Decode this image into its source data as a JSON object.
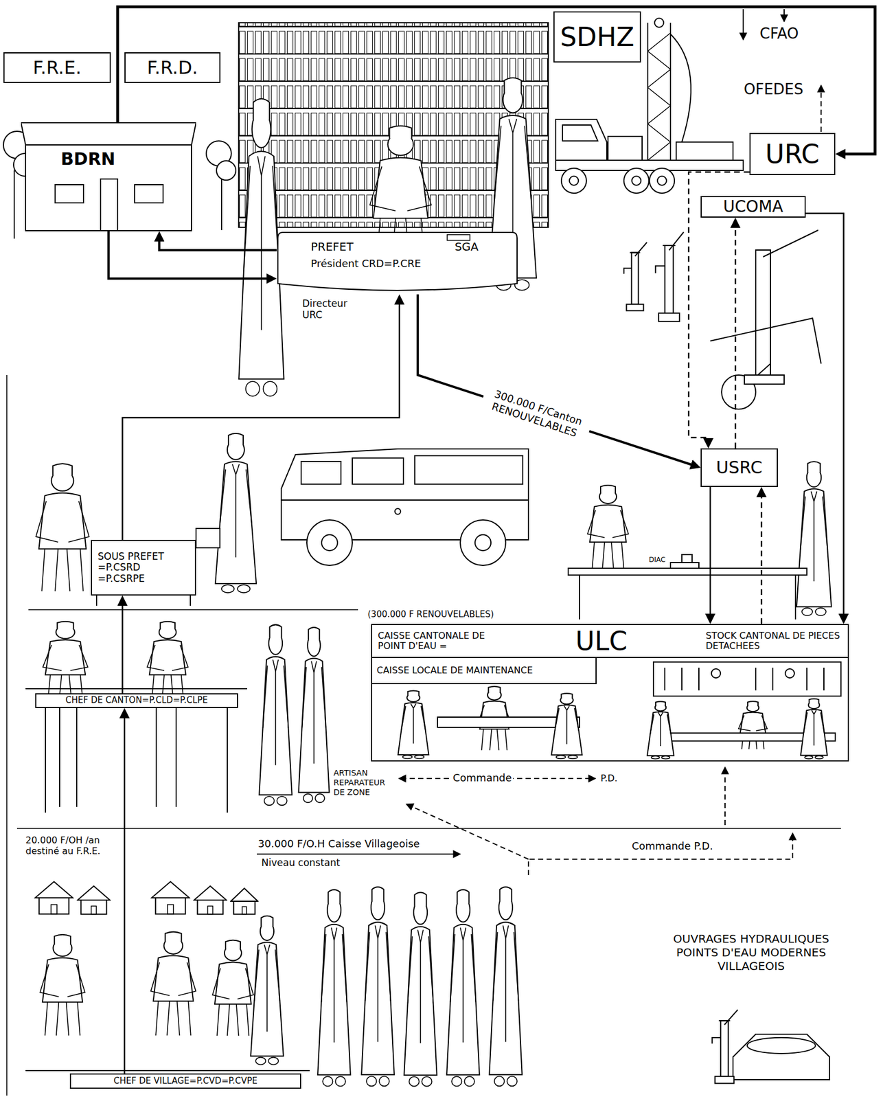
{
  "diagram": {
    "nodes": [
      {
        "text": [
          "F.R.E."
        ]
      },
      {
        "text": [
          "F.R.D."
        ]
      },
      {
        "text": [
          "SDHZ"
        ]
      },
      {
        "text": [
          "URC"
        ]
      },
      {
        "text": [
          "BDRN"
        ]
      },
      {
        "text": [
          "PREFET",
          "SGA",
          "Président CRD=P.CRE"
        ]
      },
      {
        "text": [
          "UCOMA"
        ]
      },
      {
        "text": [
          "USRC"
        ]
      },
      {
        "text": [
          "SOUS PREFET =P.CSRD =P.CSRPE"
        ]
      },
      {
        "text": [
          "CAISSE CANTONALE DE POINT D'EAU =",
          "ULC",
          "STOCK CANTONAL DE PIECES DETACHEES"
        ]
      },
      {
        "text": [
          "CAISSE LOCALE DE MAINTENANCE"
        ],
        "in": 9
      },
      {
        "text": [
          "CHEF DE CANTON=P.CLD=P.CLPE"
        ]
      },
      {
        "text": [
          "CHEF DE VILLAGE=P.CVD=P.CVPE"
        ]
      }
    ],
    "edges": [
      {
        "from": 4,
        "to": 3,
        "arrow": "to"
      },
      {
        "from": 5,
        "to": 4,
        "arrow": "to"
      },
      {
        "from": 4,
        "to": 5,
        "arrow": "to"
      },
      {
        "from": 8,
        "to": 5,
        "arrow": "to"
      },
      {
        "from": 5,
        "to": 7,
        "label": "300.000 F/Canton RENOUVELABLES",
        "arrow": "to"
      },
      {
        "from": 3,
        "to": 7,
        "arrow": "to"
      },
      {
        "from": 7,
        "to": 6,
        "arrow": "to"
      },
      {
        "from": 6,
        "to": 9,
        "arrow": "to"
      },
      {
        "from": 7,
        "to": 9,
        "arrow": "to"
      },
      {
        "from": 9,
        "to": 7,
        "arrow": "to"
      },
      {
        "from": 11,
        "to": 8,
        "arrow": "to"
      },
      {
        "from": 12,
        "to": 11,
        "label": "20.000 F/OH /an destiné au F.R.E.",
        "arrow": "to"
      }
    ],
    "labels": [
      "CFAO",
      "OFEDES",
      "Directeur URC",
      "DIAC",
      "(300.000 F RENOUVELABLES)",
      "ARTISAN REPARATEUR DE ZONE",
      "Commande",
      "P.D.",
      "Commande P.D.",
      "30.000 F/O.H Caisse Villageoise",
      "Niveau constant",
      "OUVRAGES HYDRAULIQUES POINTS D'EAU MODERNES VILLAGEOIS"
    ]
  }
}
